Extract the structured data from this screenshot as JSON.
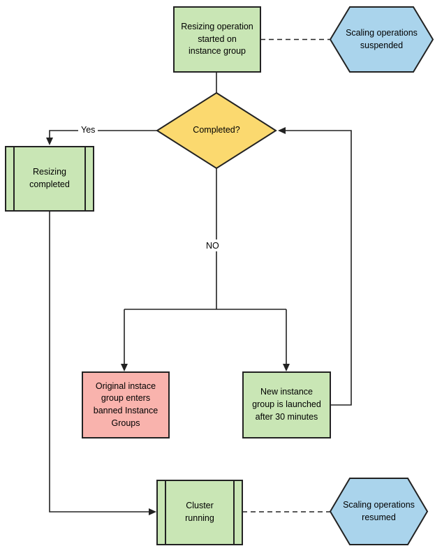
{
  "diagram": {
    "type": "flowchart",
    "nodes": {
      "start": {
        "label": "Resizing operation\nstarted on\ninstance group",
        "shape": "process",
        "fill": "#c9e6b5"
      },
      "suspended": {
        "label": "Scaling operations\nsuspended",
        "shape": "hexagon",
        "fill": "#aad4ec"
      },
      "completed": {
        "label": "Completed?",
        "shape": "decision",
        "fill": "#fbd96f"
      },
      "resizing_completed": {
        "label": "Resizing\ncompleted",
        "shape": "predefined-process",
        "fill": "#c9e6b5"
      },
      "banned": {
        "label": "Original instace\ngroup enters\nbanned Instance\nGroups",
        "shape": "process",
        "fill": "#f9b3ad"
      },
      "new_group": {
        "label": "New instance\ngroup is launched\nafter 30 minutes",
        "shape": "process",
        "fill": "#c9e6b5"
      },
      "cluster": {
        "label": "Cluster\nrunning",
        "shape": "predefined-process",
        "fill": "#c9e6b5"
      },
      "resumed": {
        "label": "Scaling operations\nresumed",
        "shape": "hexagon",
        "fill": "#aad4ec"
      }
    },
    "edge_labels": {
      "yes": "Yes",
      "no": "NO"
    },
    "colors": {
      "border": "#222222",
      "connector": "#222222",
      "text": "#000000",
      "background": "#ffffff"
    }
  }
}
